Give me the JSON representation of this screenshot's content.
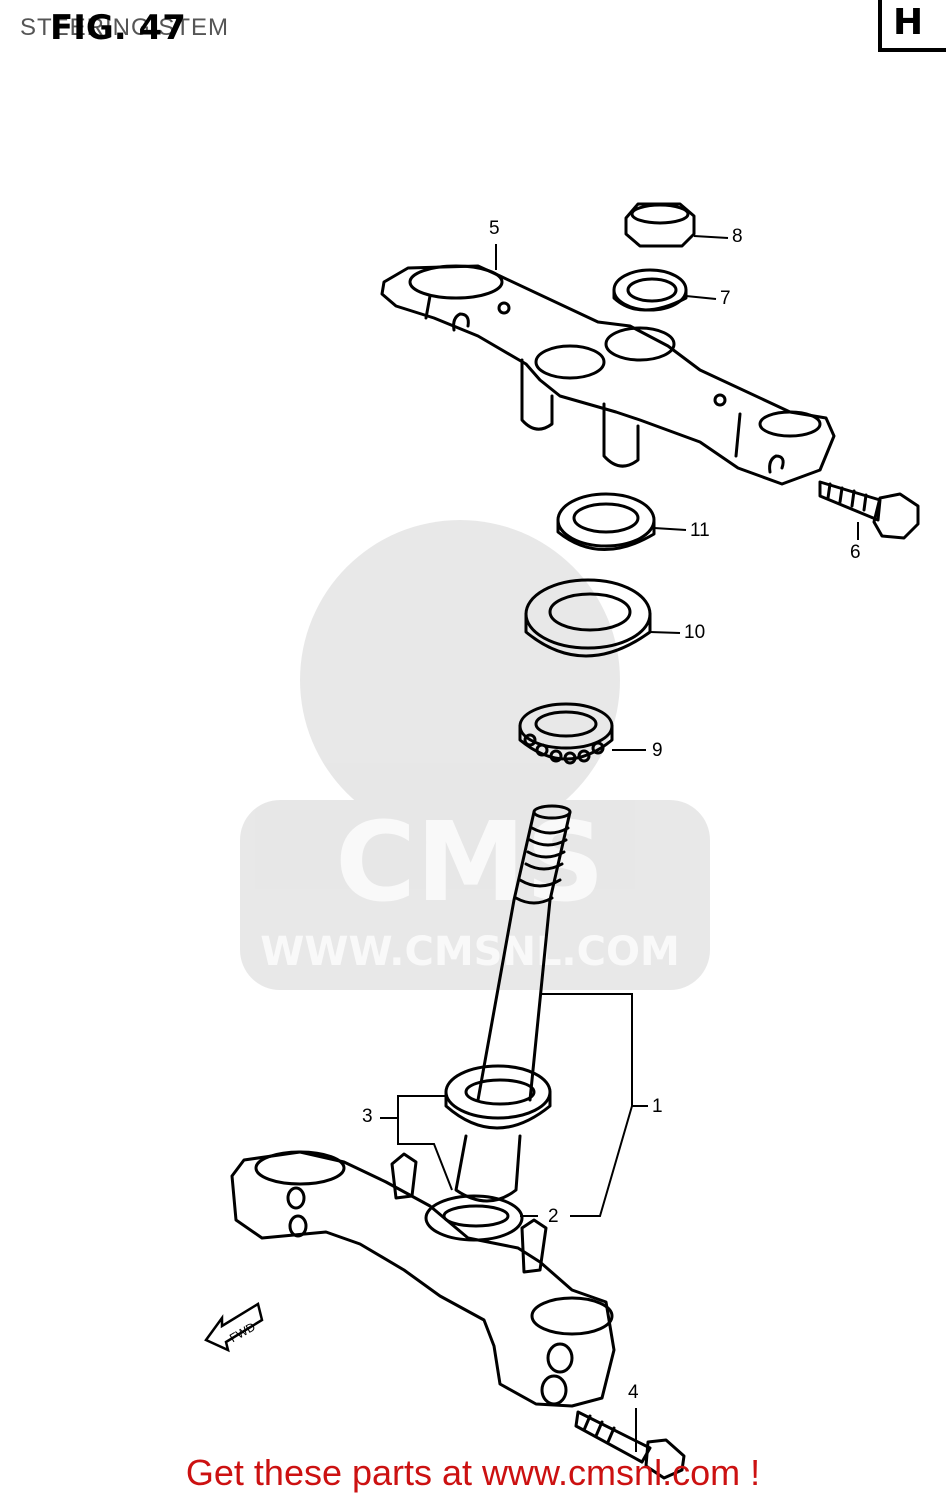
{
  "header": {
    "title": "STEERING STEM",
    "figure": "FIG. 47",
    "section": "H"
  },
  "watermark": {
    "brand": "CMS",
    "url": "WWW.CMSNL.COM"
  },
  "fwd_label": "FWD",
  "callouts": [
    "1",
    "2",
    "3",
    "4",
    "5",
    "6",
    "7",
    "8",
    "9",
    "10",
    "11"
  ],
  "footer": {
    "text": "Get these parts at www.cmsnl.com !",
    "color": "#cc1111"
  }
}
